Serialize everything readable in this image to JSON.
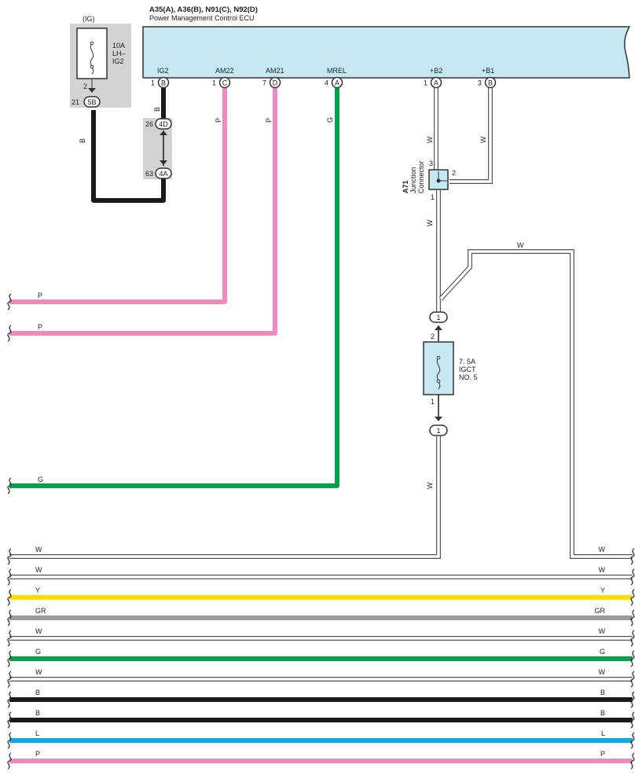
{
  "ecu": {
    "title": "A35(A), A36(B), N91(C), N92(D)",
    "subtitle": "Power Management Control ECU",
    "pins": [
      {
        "num": "1",
        "conn": "B",
        "name": "IG2"
      },
      {
        "num": "1",
        "conn": "C",
        "name": "AM22"
      },
      {
        "num": "7",
        "conn": "D",
        "name": "AM21"
      },
      {
        "num": "4",
        "conn": "A",
        "name": "MREL"
      },
      {
        "num": "1",
        "conn": "A",
        "name": "+B2"
      },
      {
        "num": "3",
        "conn": "B",
        "name": "+B1"
      }
    ]
  },
  "ig_fuse": {
    "group": "(IG)",
    "rating": "10A",
    "line2": "LH–",
    "line3": "IG2",
    "pin_top": "2",
    "conn_pin": "21",
    "conn_id": "5B"
  },
  "ig2_path": {
    "wire_color_a": "B",
    "wire_color_b": "B",
    "upper_pin": "26",
    "upper_conn": "4D",
    "lower_pin": "63",
    "lower_conn": "4A"
  },
  "junction": {
    "id": "A71",
    "name_line1": "Junction",
    "name_line2": "Connector",
    "pin_top": "3",
    "pin_right": "2",
    "pin_bottom": "1"
  },
  "igct_fuse": {
    "rating": "7. 5A",
    "name_line1": "IGCT",
    "name_line2": "NO. 5",
    "pin_top": "2",
    "pin_bottom": "1",
    "conn_top": "1",
    "conn_bottom": "1"
  },
  "wire_labels": {
    "am22": "P",
    "am21": "P",
    "mrel": "G",
    "b2_upper": "W",
    "b1": "W",
    "junction_down": "W",
    "cross": "W",
    "fuse_down": "W"
  },
  "left_wires": [
    {
      "label": "P"
    },
    {
      "label": "P"
    },
    {
      "label": "G"
    }
  ],
  "bus_wires": [
    {
      "label": "W",
      "color": "#ffffff"
    },
    {
      "label": "W",
      "color": "#ffffff"
    },
    {
      "label": "Y",
      "color": "#ffde00"
    },
    {
      "label": "GR",
      "color": "#999999"
    },
    {
      "label": "W",
      "color": "#ffffff"
    },
    {
      "label": "G",
      "color": "#00a14b"
    },
    {
      "label": "W",
      "color": "#ffffff"
    },
    {
      "label": "B",
      "color": "#1a1a1a"
    },
    {
      "label": "B",
      "color": "#1a1a1a"
    },
    {
      "label": "L",
      "color": "#00aeef"
    },
    {
      "label": "P",
      "color": "#f08ac0"
    }
  ],
  "colors": {
    "ecu_fill": "#c6e8f2",
    "shade": "#d3d3d3",
    "pink": "#f08ac0",
    "green": "#00a14b",
    "black": "#1a1a1a",
    "fuse_fill": "#c6e8f2"
  }
}
